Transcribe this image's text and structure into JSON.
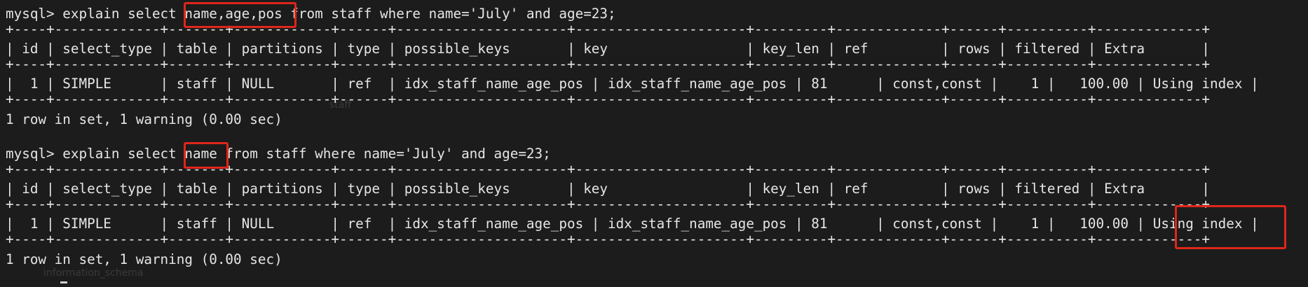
{
  "terminal": {
    "lines": {
      "l01": "mysql> explain select name,age,pos from staff where name='July' and age=23;",
      "l02": "+----+-------------+-------+------------+------+---------------------+---------------------+---------+-------------+------+----------+-------------+",
      "l03": "| id | select_type | table | partitions | type | possible_keys       | key                 | key_len | ref         | rows | filtered | Extra       |",
      "l04": "+----+-------------+-------+------------+------+---------------------+---------------------+---------+-------------+------+----------+-------------+",
      "l05": "|  1 | SIMPLE      | staff | NULL       | ref  | idx_staff_name_age_pos | idx_staff_name_age_pos | 81      | const,const |    1 |   100.00 | Using index |",
      "l06": "+----+-------------+-------+------------+------+---------------------+---------------------+---------+-------------+------+----------+-------------+",
      "l07": "1 row in set, 1 warning (0.00 sec)",
      "l08": "mysql> explain select name from staff where name='July' and age=23;",
      "l09": "+----+-------------+-------+------------+------+---------------------+---------------------+---------+-------------+------+----------+-------------+",
      "l10": "| id | select_type | table | partitions | type | possible_keys       | key                 | key_len | ref         | rows | filtered | Extra       |",
      "l11": "+----+-------------+-------+------------+------+---------------------+---------------------+---------+-------------+------+----------+-------------+",
      "l12": "|  1 | SIMPLE      | staff | NULL       | ref  | idx_staff_name_age_pos | idx_staff_name_age_pos | 81      | const,const |    1 |   100.00 | Using index |",
      "l13": "+----+-------------+-------+------------+------+---------------------+---------------------+---------+-------------+------+----------+-------------+",
      "l14": "1 row in set, 1 warning (0.00 sec)"
    },
    "ghost": {
      "g1": "information_schema",
      "g2": "staff"
    }
  },
  "colors": {
    "background": "#1c1c1c",
    "text": "#e6e6e6",
    "highlight": "#e0261b"
  }
}
